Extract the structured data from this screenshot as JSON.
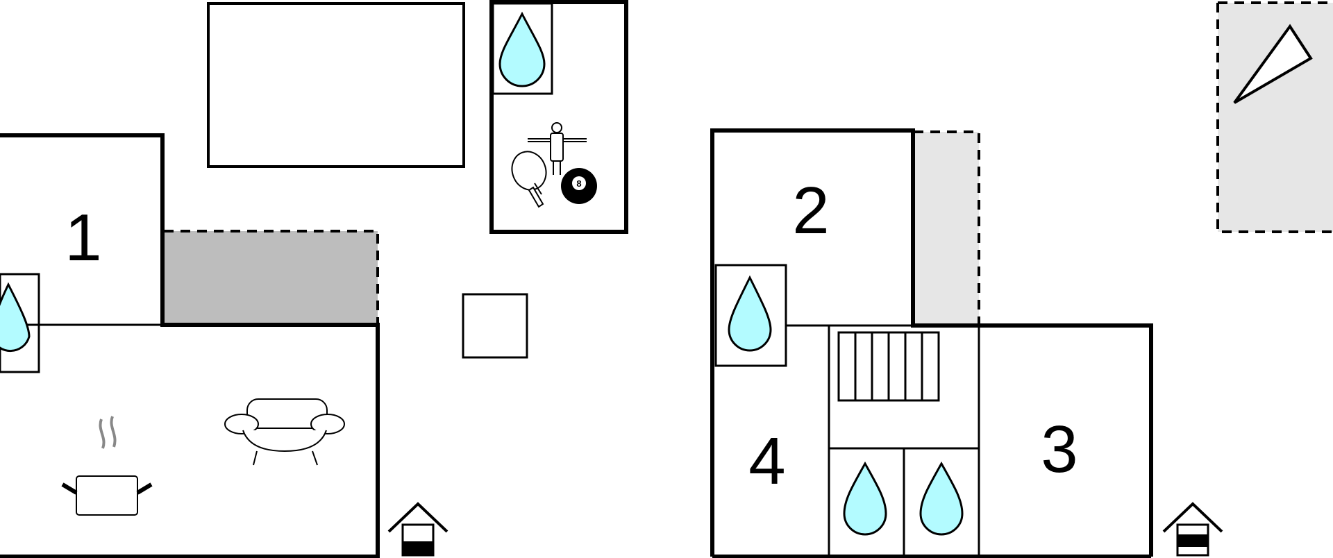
{
  "plan": {
    "rooms": [
      {
        "id": "room-1",
        "number": "1"
      },
      {
        "id": "room-2",
        "number": "2"
      },
      {
        "id": "room-3",
        "number": "3"
      },
      {
        "id": "room-4",
        "number": "4"
      }
    ],
    "colors": {
      "water": "#b3fbff",
      "terrace_dark": "#bdbdbd",
      "terrace_light": "#e6e6e6",
      "wall": "#000000",
      "background": "#ffffff"
    },
    "icons": [
      "water-drop-icon",
      "pool-icon",
      "table-tennis-icon",
      "billiard-ball-icon",
      "table-football-icon",
      "stairs-icon",
      "sofa-icon",
      "cooking-pot-icon",
      "entrance-icon",
      "north-arrow-icon"
    ],
    "billiard_ball_label": "8"
  }
}
